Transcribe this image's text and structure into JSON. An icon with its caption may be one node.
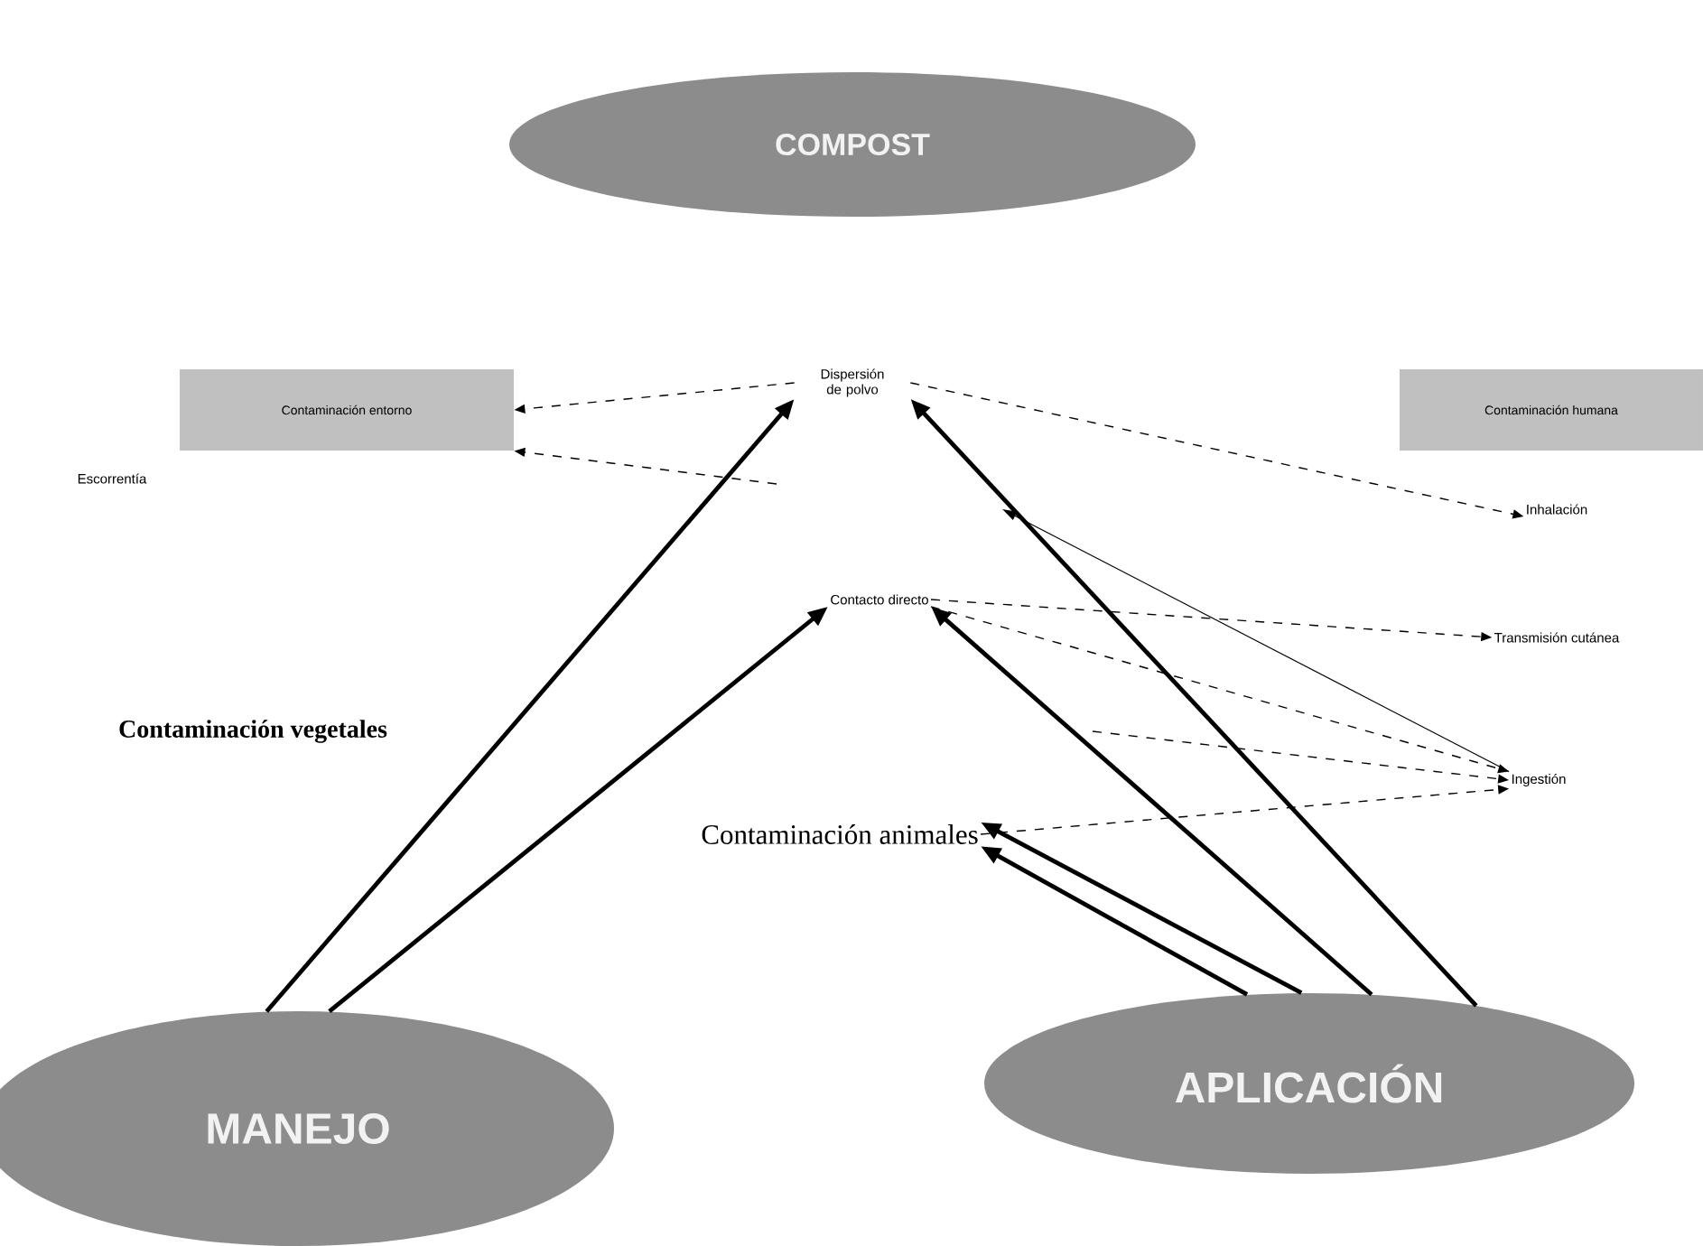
{
  "diagram": {
    "nodes": [
      {
        "text": [
          "COMPOST"
        ]
      },
      {
        "text": [
          "Contaminación entorno"
        ]
      },
      {
        "text": [
          "Contaminación humana"
        ]
      },
      {
        "text": [
          "Dispersión de polvo"
        ]
      },
      {
        "text": [
          "Escorrentía"
        ]
      },
      {
        "text": [
          "Inhalación"
        ]
      },
      {
        "text": [
          "Contacto directo"
        ]
      },
      {
        "text": [
          "Transmisión cutánea"
        ]
      },
      {
        "text": [
          "Contaminación vegetales"
        ]
      },
      {
        "text": [
          "Ingestión"
        ]
      },
      {
        "text": [
          "Contaminación animales"
        ]
      },
      {
        "text": [
          "MANEJO"
        ]
      },
      {
        "text": [
          "APLICACIÓN"
        ]
      }
    ],
    "edges": [
      {
        "from": 3,
        "to": 1,
        "arrow": "to",
        "style": "dashed"
      },
      {
        "from": null,
        "to": 1,
        "arrow": "to",
        "style": "dashed"
      },
      {
        "from": 3,
        "to": 5,
        "arrow": "to",
        "style": "dashed"
      },
      {
        "from": 6,
        "to": 7,
        "arrow": "to",
        "style": "dashed"
      },
      {
        "from": 6,
        "to": 9,
        "arrow": "to",
        "style": "dashed"
      },
      {
        "from": null,
        "to": 9,
        "arrow": "to",
        "style": "dashed"
      },
      {
        "from": 10,
        "to": 9,
        "arrow": "to",
        "style": "dashed"
      },
      {
        "from": 9,
        "to": null,
        "arrow": "to"
      },
      {
        "from": 11,
        "to": 3,
        "arrow": "to",
        "style": "thick"
      },
      {
        "from": 11,
        "to": 6,
        "arrow": "to",
        "style": "thick"
      },
      {
        "from": 12,
        "to": 3,
        "arrow": "to",
        "style": "thick"
      },
      {
        "from": 12,
        "to": 6,
        "arrow": "to",
        "style": "thick"
      },
      {
        "from": 12,
        "to": 10,
        "arrow": "to",
        "style": "thick"
      },
      {
        "from": 12,
        "to": 10,
        "arrow": "to",
        "style": "thick"
      }
    ]
  }
}
